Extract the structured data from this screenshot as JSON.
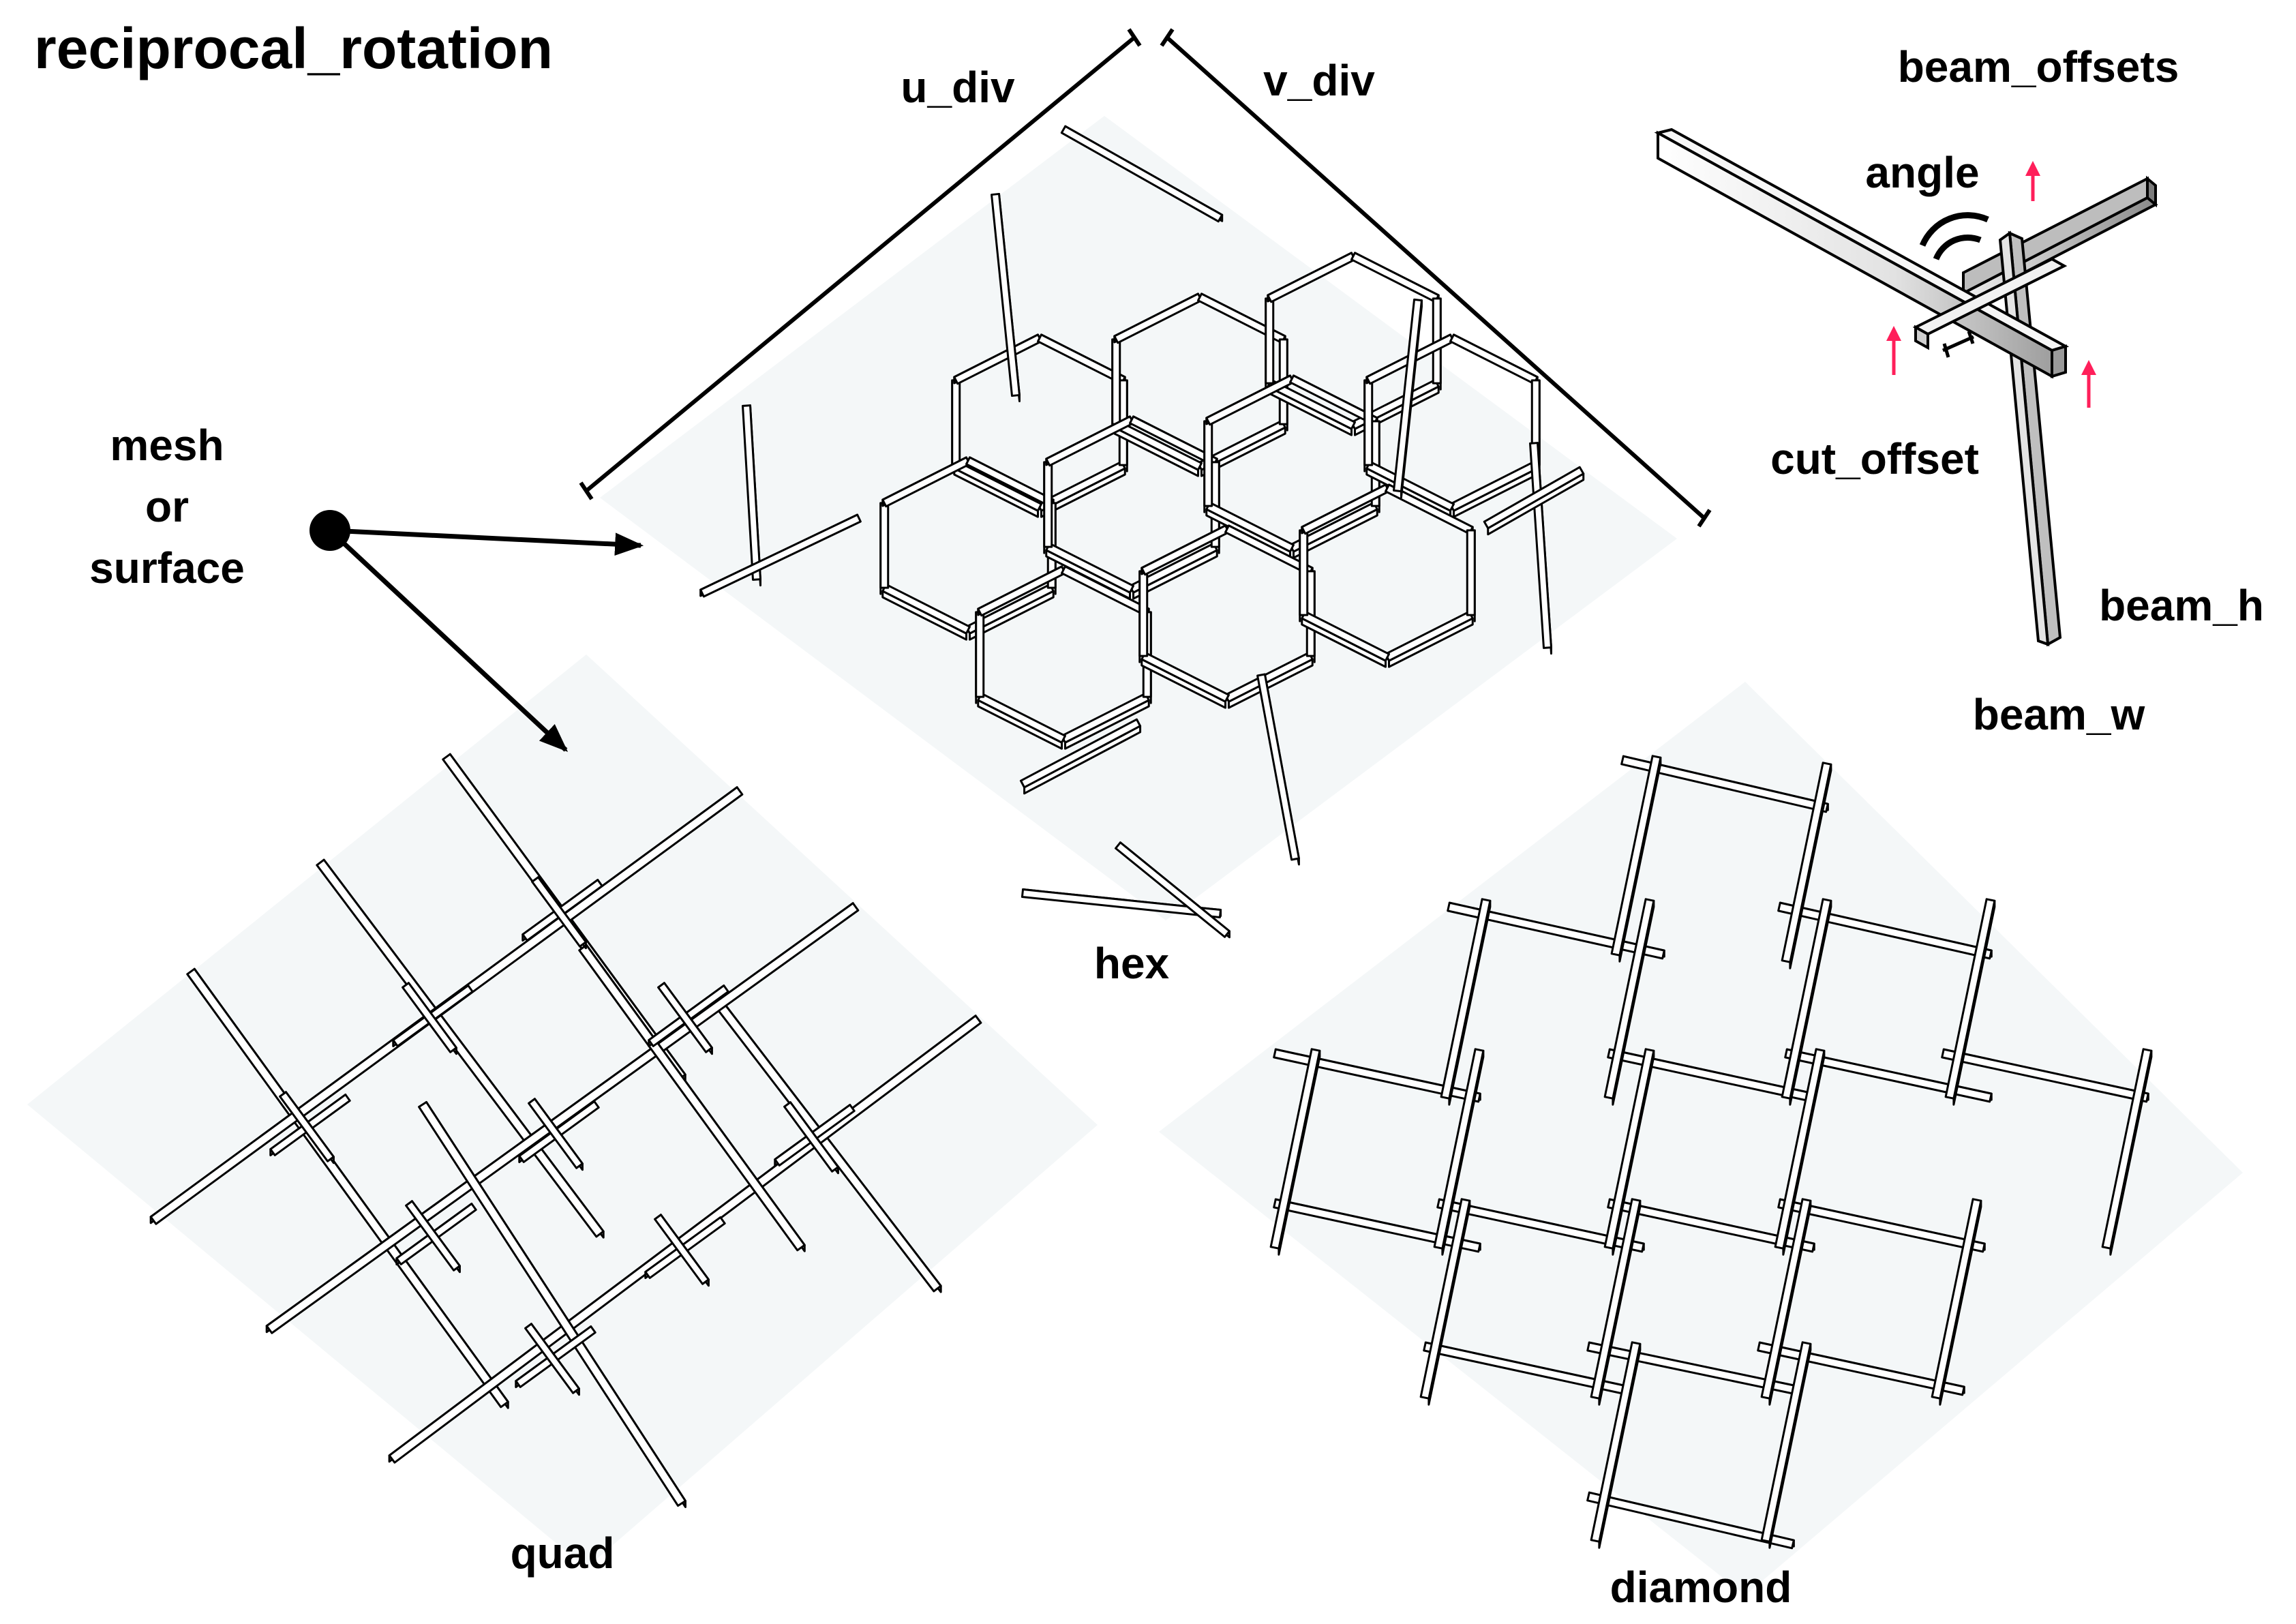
{
  "title": "reciprocal_rotation",
  "labels": {
    "u_div": "u_div",
    "v_div": "v_div",
    "beam_offsets": "beam_offsets",
    "angle": "angle",
    "cut_offset": "cut_offset",
    "beam_h": "beam_h",
    "beam_w": "beam_w",
    "input_line1": "mesh",
    "input_line2": "or",
    "input_line3": "surface",
    "hex": "hex",
    "quad": "quad",
    "diamond": "diamond"
  },
  "colors": {
    "accent": "#ff1f5a",
    "panel": "#f4f7f8",
    "ink": "#000000",
    "beam_fill": "#ffffff",
    "beam_gray": "#c8c8c8",
    "beam_gray_dark": "#9a9a9a"
  }
}
